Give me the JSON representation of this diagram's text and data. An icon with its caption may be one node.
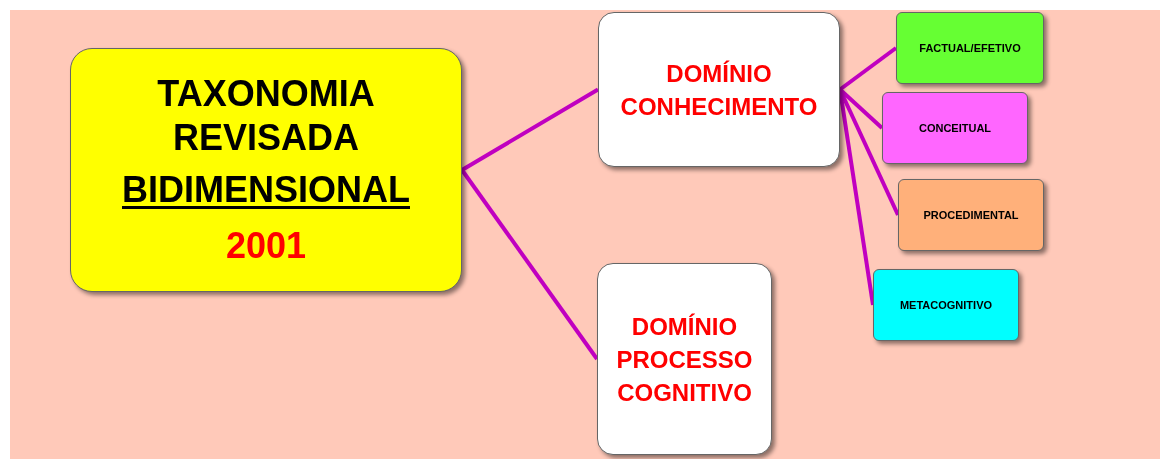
{
  "diagram": {
    "nodes": [
      {
        "text": [
          "TAXONOMIA REVISADA",
          "BIDIMENSIONAL",
          "2001"
        ]
      },
      {
        "text": [
          "DOMÍNIO CONHECIMENTO"
        ]
      },
      {
        "text": [
          "DOMÍNIO PROCESSO COGNITIVO"
        ]
      },
      {
        "text": [
          "FACTUAL/EFETIVO"
        ]
      },
      {
        "text": [
          "CONCEITUAL"
        ]
      },
      {
        "text": [
          "PROCEDIMENTAL"
        ]
      },
      {
        "text": [
          "METACOGNITIVO"
        ]
      }
    ],
    "edges": [
      {
        "from": 0,
        "to": 1,
        "arrow": "none"
      },
      {
        "from": 0,
        "to": 2,
        "arrow": "none"
      },
      {
        "from": 1,
        "to": 3,
        "arrow": "none"
      },
      {
        "from": 1,
        "to": 4,
        "arrow": "none"
      },
      {
        "from": 1,
        "to": 5,
        "arrow": "none"
      },
      {
        "from": 1,
        "to": 6,
        "arrow": "none"
      }
    ]
  }
}
